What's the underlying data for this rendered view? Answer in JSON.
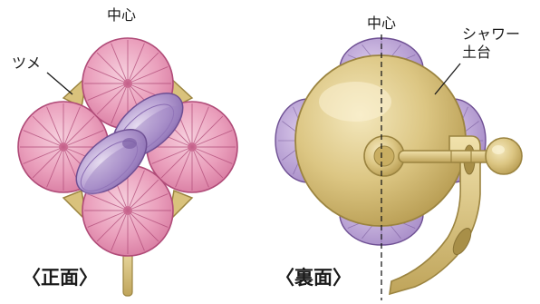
{
  "front": {
    "center_label": "中心",
    "claw_label": "ツメ",
    "caption": "〈正面〉"
  },
  "back": {
    "center_label": "中心",
    "base_label_line1": "シャワー",
    "base_label_line2": "土台",
    "caption": "〈裏面〉"
  },
  "colors": {
    "pink_petal": "#e79ab8",
    "pink_line": "#b04b78",
    "purple_bead": "#b59bd0",
    "purple_line": "#6e4f93",
    "gold": "#d9c27c",
    "gold_dark": "#9b8440"
  }
}
